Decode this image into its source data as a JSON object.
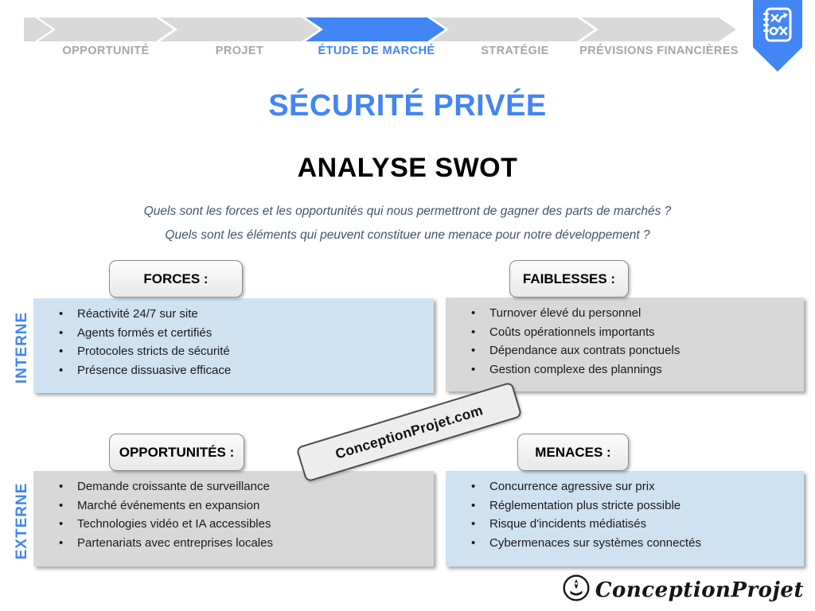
{
  "process": {
    "steps": [
      {
        "label": "OPPORTUNITÉ",
        "active": false
      },
      {
        "label": "PROJET",
        "active": false
      },
      {
        "label": "ÉTUDE DE MARCHÉ",
        "active": true
      },
      {
        "label": "STRATÉGIE",
        "active": false
      },
      {
        "label": "PRÉVISIONS FINANCIÈRES",
        "active": false
      }
    ]
  },
  "icons": {
    "bookmark_icon": "strategy-playbook-icon",
    "logo_icon": "hand-rocket-icon"
  },
  "titles": {
    "main": "SÉCURITÉ PRIVÉE",
    "subtitle": "ANALYSE SWOT"
  },
  "questions": {
    "q1": "Quels sont les forces et les opportunités qui nous permettront de gagner des parts de marchés ?",
    "q2": "Quels sont les éléments qui peuvent constituer une menace pour notre développement ?"
  },
  "axes": {
    "internal": "INTERNE",
    "external": "EXTERNE"
  },
  "swot": {
    "forces": {
      "title": "FORCES :",
      "items": [
        "Réactivité 24/7 sur site",
        "Agents formés et certifiés",
        "Protocoles stricts de sécurité",
        "Présence dissuasive efficace"
      ]
    },
    "faiblesses": {
      "title": "FAIBLESSES :",
      "items": [
        "Turnover élevé du personnel",
        "Coûts opérationnels importants",
        "Dépendance aux contrats ponctuels",
        "Gestion complexe des plannings"
      ]
    },
    "opportunites": {
      "title": "OPPORTUNITÉS :",
      "items": [
        "Demande croissante de surveillance",
        "Marché événements en expansion",
        "Technologies vidéo et IA accessibles",
        "Partenariats avec entreprises locales"
      ]
    },
    "menaces": {
      "title": "MENACES :",
      "items": [
        "Concurrence agressive sur prix",
        "Réglementation plus stricte possible",
        "Risque d'incidents médiatisés",
        "Cybermenaces sur systèmes connectés"
      ]
    }
  },
  "watermark": "ConceptionProjet.com",
  "footer": {
    "brand": "ConceptionProjet"
  },
  "colors": {
    "accent_blue": "#4285f4",
    "panel_blue": "#cfe2f2",
    "panel_gray": "#d8d8d8",
    "chevron_gray": "#d9d9d9",
    "inactive_label": "#a6a6a6",
    "question_text": "#44546a"
  }
}
